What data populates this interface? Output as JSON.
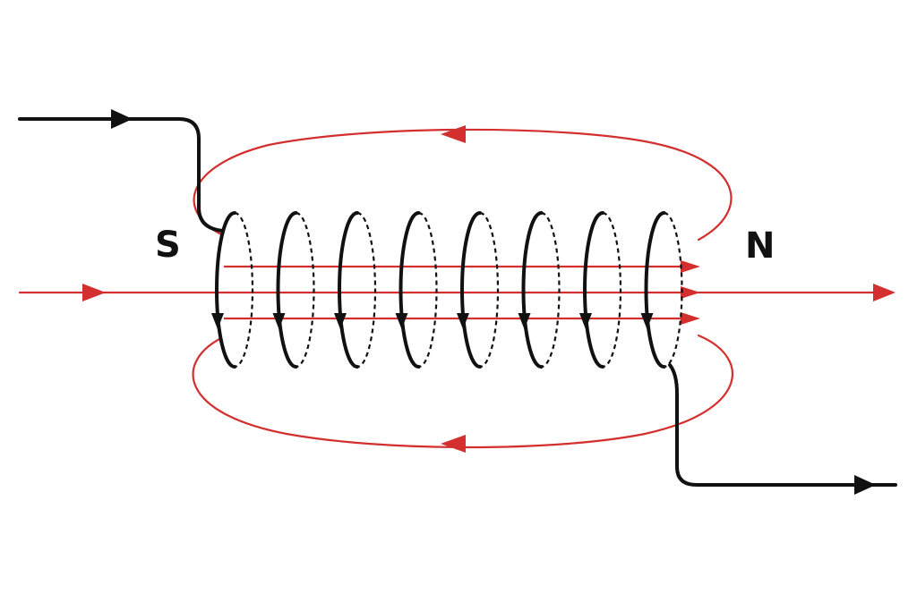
{
  "labels": {
    "south": "S",
    "north": "N"
  },
  "colors": {
    "field": "#d32f2f",
    "wire": "#111111",
    "background": "#ffffff"
  },
  "coil": {
    "turns": 8
  },
  "field_lines": {
    "internal_count": 3,
    "external_loops": 2
  }
}
